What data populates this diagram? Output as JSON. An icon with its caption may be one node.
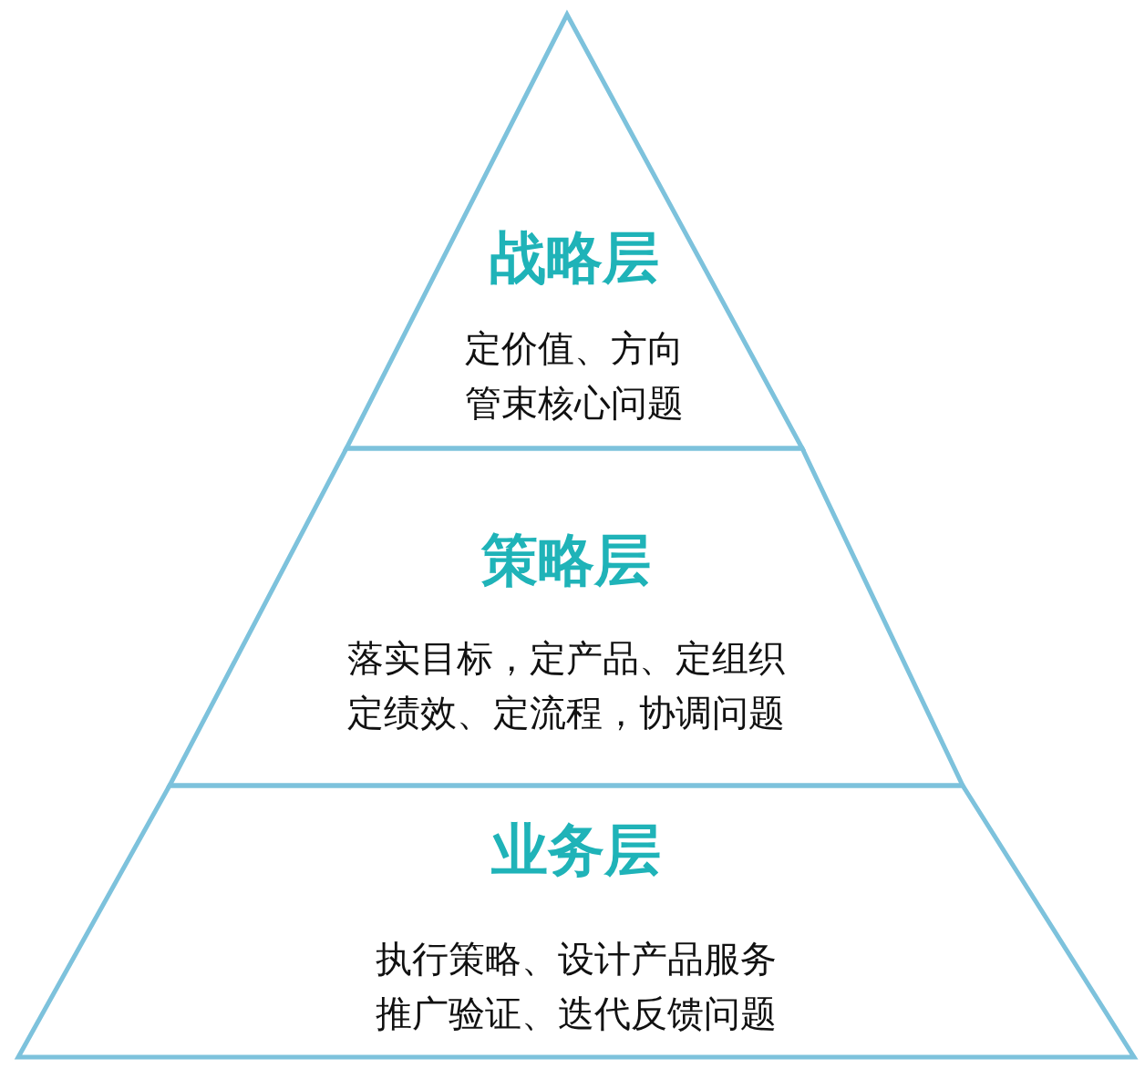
{
  "diagram": {
    "nodes": [
      {
        "text": [
          "战略层",
          "定价值、方向管束核心问题"
        ]
      },
      {
        "text": [
          "策略层",
          "落实目标，定产品、定组织定绩效、定流程，协调问题"
        ]
      },
      {
        "text": [
          "业务层",
          "执行策略、设计产品服务推广验证、迭代反馈问题"
        ]
      }
    ],
    "edges": []
  }
}
